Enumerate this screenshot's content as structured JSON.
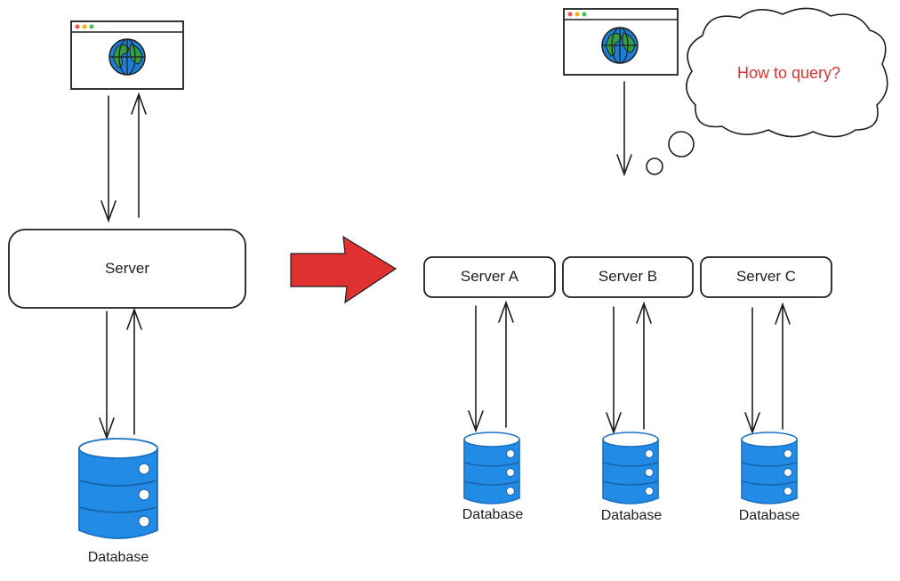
{
  "left": {
    "server_label": "Server",
    "database_label": "Database"
  },
  "right": {
    "servers": [
      {
        "label": "Server A",
        "database_label": "Database"
      },
      {
        "label": "Server B",
        "database_label": "Database"
      },
      {
        "label": "Server C",
        "database_label": "Database"
      }
    ],
    "thought": "How to query?"
  },
  "colors": {
    "stroke": "#1e1e1e",
    "database_fill": "#1971c2",
    "database_body": "#228be6",
    "transition_arrow": "#e03131",
    "thought_text": "#e03131",
    "globe_ocean": "#1c7ed6",
    "globe_land": "#2f9e44",
    "window_dot_red": "#fa5252",
    "window_dot_yellow": "#fab005",
    "window_dot_green": "#40c057"
  }
}
